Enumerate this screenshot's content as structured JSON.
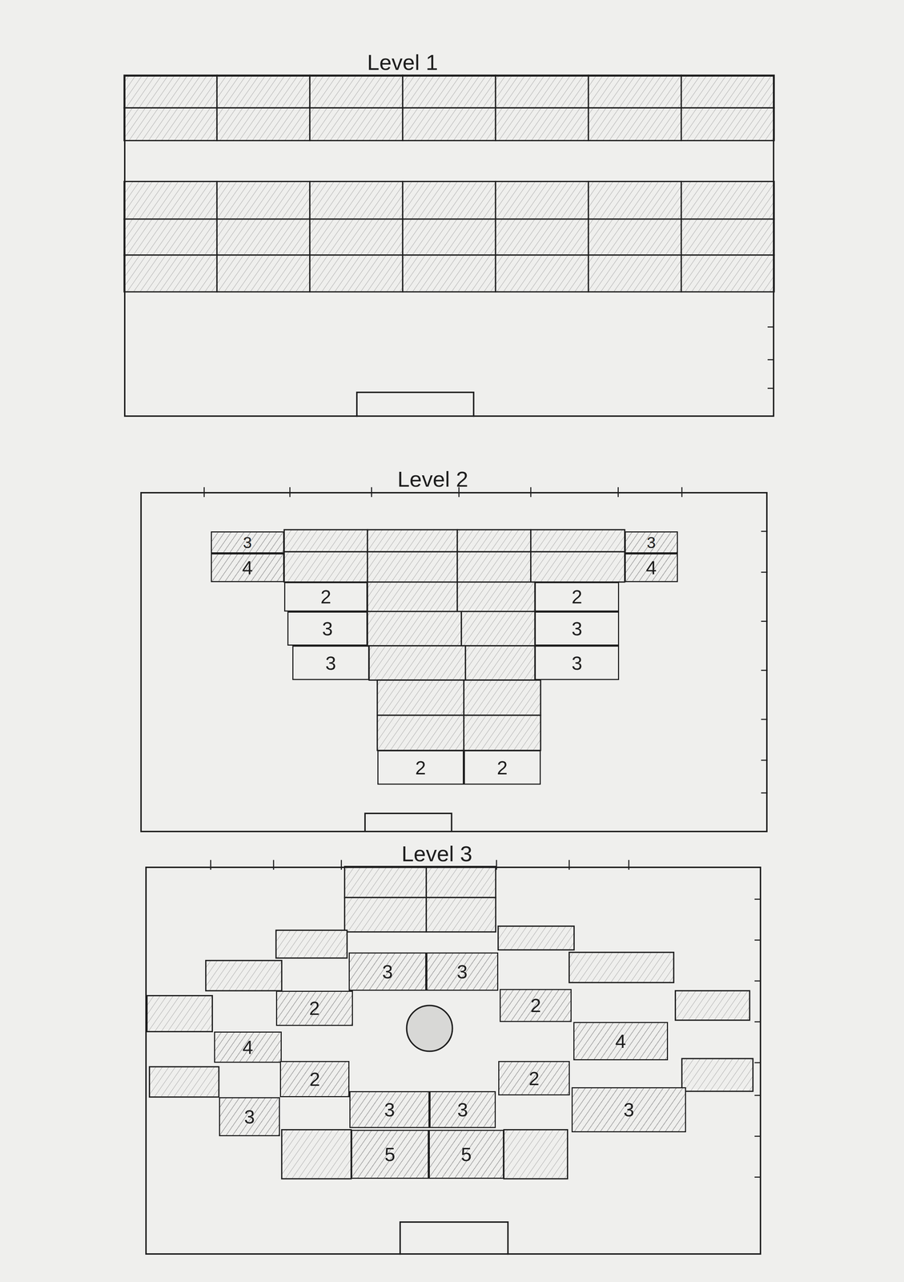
{
  "diagram": {
    "nodes": [
      {
        "text": [
          "Level 1"
        ]
      },
      {
        "text": [
          "Level 2"
        ]
      },
      {
        "text": [
          "3"
        ],
        "in": 1
      },
      {
        "text": [
          "3"
        ],
        "in": 1
      },
      {
        "text": [
          "4"
        ],
        "in": 1
      },
      {
        "text": [
          "4"
        ],
        "in": 1
      },
      {
        "text": [
          "2"
        ],
        "in": 1
      },
      {
        "text": [
          "2"
        ],
        "in": 1
      },
      {
        "text": [
          "3"
        ],
        "in": 1
      },
      {
        "text": [
          "3"
        ],
        "in": 1
      },
      {
        "text": [
          "3"
        ],
        "in": 1
      },
      {
        "text": [
          "3"
        ],
        "in": 1
      },
      {
        "text": [
          "2"
        ],
        "in": 1
      },
      {
        "text": [
          "2"
        ],
        "in": 1
      },
      {
        "text": [
          "Level 3"
        ]
      },
      {
        "text": [
          "3"
        ],
        "in": 14
      },
      {
        "text": [
          "3"
        ],
        "in": 14
      },
      {
        "text": [
          "2"
        ],
        "in": 14
      },
      {
        "text": [
          "2"
        ],
        "in": 14
      },
      {
        "text": [
          "4"
        ],
        "in": 14
      },
      {
        "text": [
          "4"
        ],
        "in": 14
      },
      {
        "text": [
          "2"
        ],
        "in": 14
      },
      {
        "text": [
          "2"
        ],
        "in": 14
      },
      {
        "text": [
          "3"
        ],
        "in": 14
      },
      {
        "text": [
          "3"
        ],
        "in": 14
      },
      {
        "text": [
          "3"
        ],
        "in": 14
      },
      {
        "text": [
          "3"
        ],
        "in": 14
      },
      {
        "text": [
          "5"
        ],
        "in": 14
      },
      {
        "text": [
          "5"
        ],
        "in": 14
      }
    ]
  }
}
